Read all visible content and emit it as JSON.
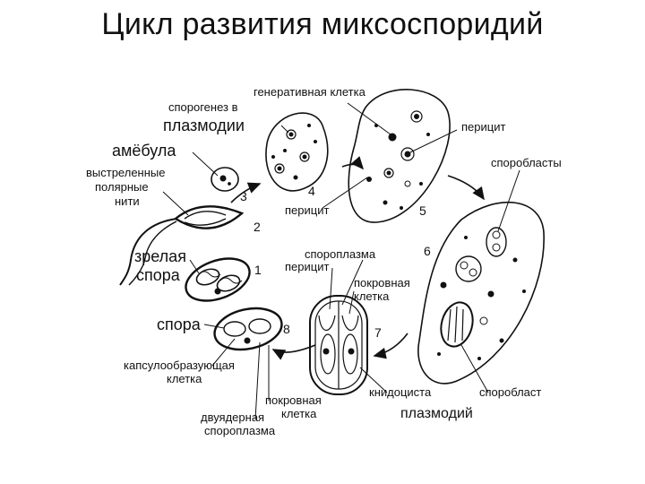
{
  "title": "Цикл развития миксоспоридий",
  "labels": {
    "sporogenesis_1": "спорогенез в",
    "sporogenesis_2": "плазмодии",
    "generative_cell": "генеративная клетка",
    "pericyte_top": "перицит",
    "pericyte_mid": "перицит",
    "pericyte_low": "перицит",
    "sporoblasts": "споробласты",
    "amoebula": "амёбула",
    "polar_1": "выстреленные",
    "polar_2": "полярные",
    "polar_3": "нити",
    "mature_1": "зрелая",
    "mature_2": "спора",
    "spore": "спора",
    "sporoplasm": "спороплазма",
    "cover_1": "покровная",
    "cover_2": "клетка",
    "caps_1": "капсулообразующая",
    "caps_2": "клетка",
    "cover_b1": "покровная",
    "cover_b2": "клетка",
    "binuc_1": "двуядерная",
    "binuc_2": "спороплазма",
    "cnidocyst": "книдоциста",
    "sporoblast": "споробласт",
    "plasmodium": "плазмодий"
  },
  "stages": {
    "s1": "1",
    "s2": "2",
    "s3": "3",
    "s4": "4",
    "s5": "5",
    "s6": "6",
    "s7": "7",
    "s8": "8"
  }
}
